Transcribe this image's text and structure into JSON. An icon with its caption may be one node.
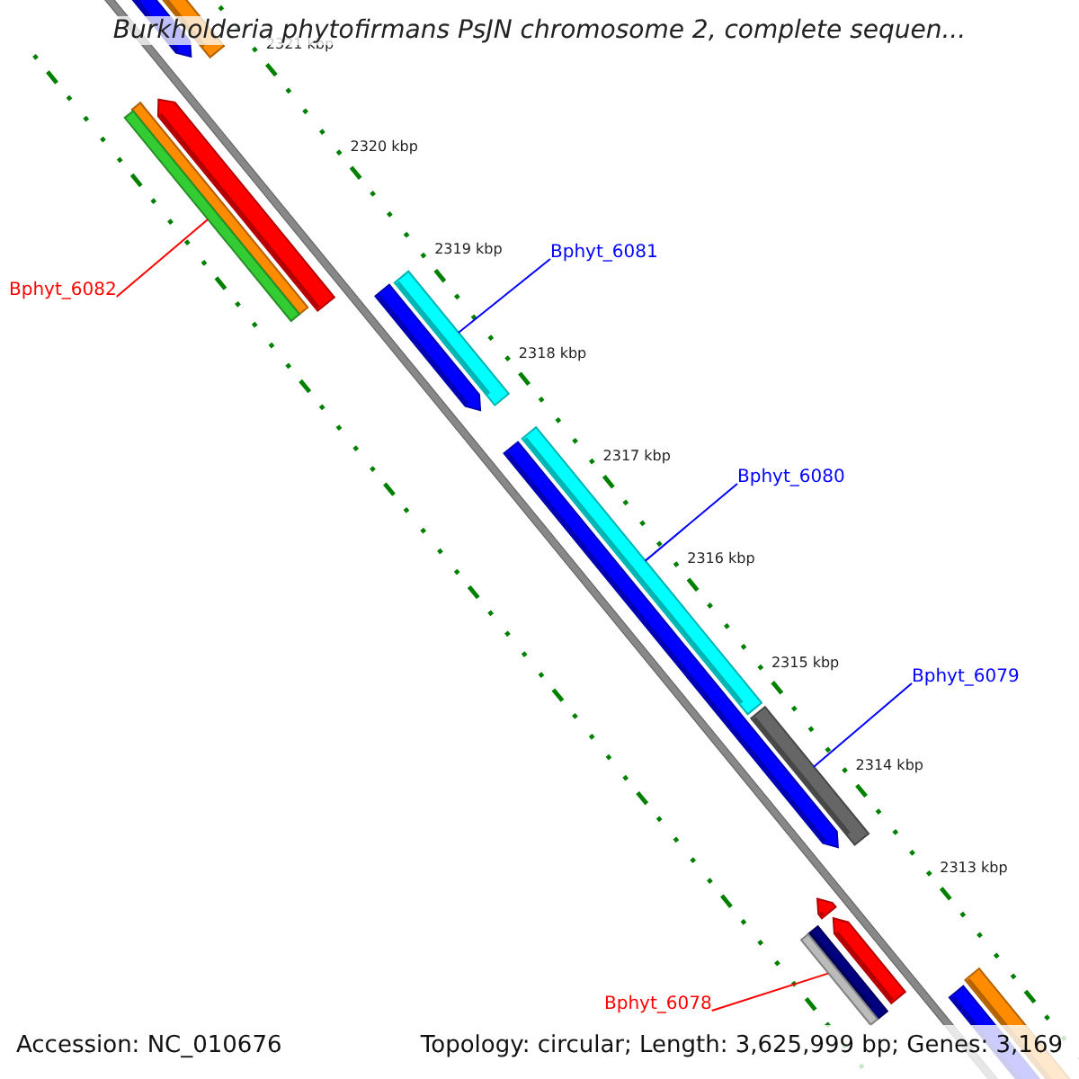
{
  "diagram": {
    "title": "Burkholderia phytofirmans PsJN chromosome 2, complete sequen...",
    "nodes": [
      {
        "text": [
          "Bphyt_6082"
        ]
      },
      {
        "text": [
          "Bphyt_6081"
        ]
      },
      {
        "text": [
          "Bphyt_6080"
        ]
      },
      {
        "text": [
          "Bphyt_6079"
        ]
      },
      {
        "text": [
          "Bphyt_6078"
        ]
      },
      {
        "text": [],
        "shape": "bar"
      },
      {
        "text": [],
        "shape": "bar"
      },
      {
        "text": [],
        "shape": "bar"
      },
      {
        "text": [],
        "shape": "bar"
      },
      {
        "text": [],
        "shape": "bar"
      }
    ],
    "edges": [
      {
        "from": 0,
        "to": 5,
        "arrow": "none",
        "color": "#ff0000"
      },
      {
        "from": 1,
        "to": 6,
        "arrow": "none"
      },
      {
        "from": 2,
        "to": 7,
        "arrow": "none"
      },
      {
        "from": 3,
        "to": 8,
        "arrow": "none"
      },
      {
        "from": 4,
        "to": 9,
        "arrow": "none",
        "color": "#ff0000"
      }
    ],
    "labels": [
      "2321 kbp",
      "2320 kbp",
      "2319 kbp",
      "2318 kbp",
      "2317 kbp",
      "2316 kbp",
      "2315 kbp",
      "2314 kbp",
      "2313 kbp",
      "Accession: NC_010676",
      "Topology: circular; Length: 3,625,999 bp; Genes: 3,169"
    ]
  }
}
